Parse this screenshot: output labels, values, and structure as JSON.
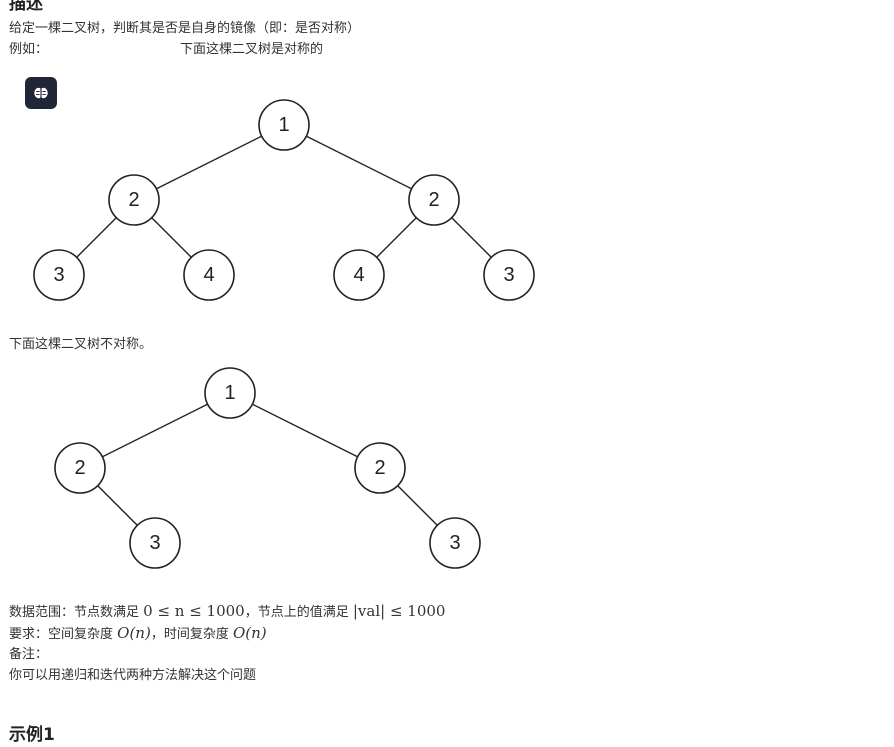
{
  "section": {
    "heading": "描述"
  },
  "description": {
    "line1": "给定一棵二叉树，判断其是否是自身的镜像（即：是否对称）",
    "example_label": "例如：",
    "symmetric_note": "下面这棵二叉树是对称的",
    "asymmetric_note": "下面这棵二叉树不对称。"
  },
  "toolbar": {
    "icon": "brain-icon"
  },
  "tree_symmetric": {
    "nodes": [
      {
        "id": "root",
        "value": "1"
      },
      {
        "id": "l",
        "value": "2"
      },
      {
        "id": "r",
        "value": "2"
      },
      {
        "id": "ll",
        "value": "3"
      },
      {
        "id": "lr",
        "value": "4"
      },
      {
        "id": "rl",
        "value": "4"
      },
      {
        "id": "rr",
        "value": "3"
      }
    ]
  },
  "tree_asymmetric": {
    "nodes": [
      {
        "id": "root",
        "value": "1"
      },
      {
        "id": "l",
        "value": "2"
      },
      {
        "id": "r",
        "value": "2"
      },
      {
        "id": "lr",
        "value": "3"
      },
      {
        "id": "rr",
        "value": "3"
      }
    ]
  },
  "constraints": {
    "range_prefix": "数据范围：节点数满足 ",
    "range_formula": "0 ≤ n ≤ 1000",
    "range_middle": "，节点上的值满足 ",
    "range_formula2": "|val| ≤ 1000",
    "req_prefix": "要求：空间复杂度 ",
    "req_space": "O(n)",
    "req_middle": "，时间复杂度 ",
    "req_time": "O(n)",
    "note_label": "备注：",
    "note_text": "你可以用递归和迭代两种方法解决这个问题"
  },
  "example": {
    "title": "示例1"
  }
}
